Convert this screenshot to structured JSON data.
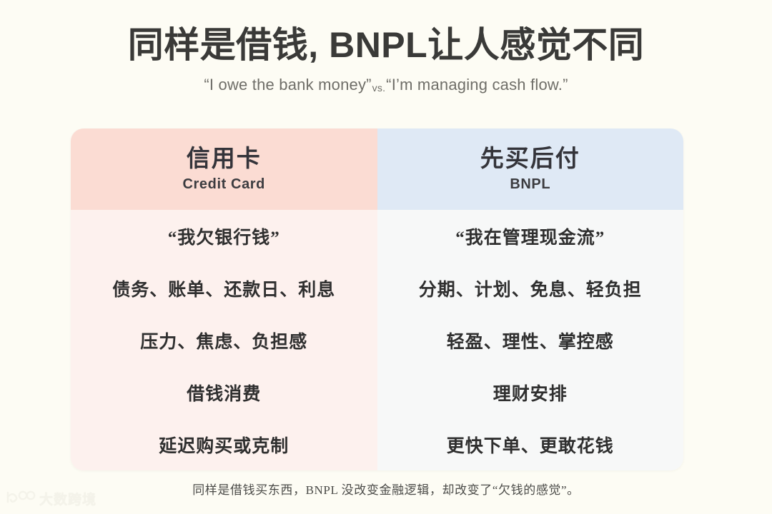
{
  "header": {
    "title": "同样是借钱, BNPL让人感觉不同",
    "subtitle_left": "“I owe the bank money”",
    "subtitle_vs": "vs.",
    "subtitle_right": "“I’m managing cash flow.”"
  },
  "table": {
    "columns": [
      {
        "title_cn": "信用卡",
        "title_en": "Credit Card",
        "header_bg": "#fbdcd3",
        "body_bg": "#fdf1ee"
      },
      {
        "title_cn": "先买后付",
        "title_en": "BNPL",
        "header_bg": "#dfe9f5",
        "body_bg": "#f7f8f8"
      }
    ],
    "rows": [
      {
        "left": "“我欠银行钱”",
        "right": "“我在管理现金流”"
      },
      {
        "left": "债务、账单、还款日、利息",
        "right": "分期、计划、免息、轻负担"
      },
      {
        "left": "压力、焦虑、负担感",
        "right": "轻盈、理性、掌控感"
      },
      {
        "left": "借钱消费",
        "right": "理财安排"
      },
      {
        "left": "延迟购买或克制",
        "right": "更快下单、更敢花钱"
      }
    ]
  },
  "footer": {
    "note": "同样是借钱买东西，BNPL 没改变金融逻辑，却改变了“欠钱的感觉”。"
  },
  "watermark": {
    "text": "大数跨境"
  },
  "colors": {
    "page_bg": "#fdfcf4",
    "title": "#3a3a38",
    "subtitle": "#6f6e68",
    "pink_header": "#fbdcd3",
    "pink_body": "#fdf1ee",
    "blue_header": "#dfe9f5",
    "blue_body": "#f7f8f8",
    "row_divider": "#e2e0dd"
  }
}
